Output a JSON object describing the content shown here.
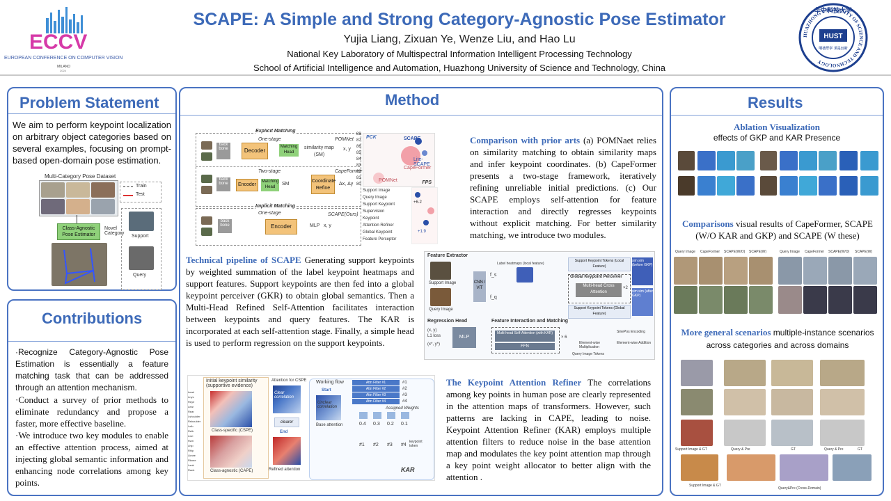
{
  "header": {
    "title": "SCAPE: A Simple and Strong Category-Agnostic Pose Estimator",
    "authors": "Yujia Liang, Zixuan Ye, Wenze Liu, and Hao Lu",
    "affiliation_1": "National Key Laboratory of Multispectral Information  Intelligent Processing Technology",
    "affiliation_2": "School of Artificial Intelligence and Automation,  Huazhong University of Science and Technology, China",
    "eccv_logo_text": "ECCV",
    "eccv_subtitle": "EUROPEAN CONFERENCE ON COMPUTER VISION",
    "eccv_city": "MILANO",
    "eccv_year": "2024",
    "hust_logo_text": "华中科技大学",
    "hust_ring_text": "HUAZHONG UNIVERSITY OF SCIENCE AND TECHNOLOGY",
    "hust_center": "HUST",
    "hust_motto": "明德厚学 求是创新"
  },
  "problem": {
    "title": "Problem Statement",
    "text": "We aim to perform keypoint localization on arbitrary object categories based on several examples, focusing on prompt-based open-domain pose estimation.",
    "fig_title": "Multi-Category Pose Dataset",
    "legend_train": "Train",
    "legend_test": "Test",
    "estimator": "Class-Agnostic Pose Estimator",
    "novel": "Novel Category",
    "support": "Support",
    "query": "Query"
  },
  "contrib": {
    "title": "Contributions",
    "items": [
      "·Recognize Category-Agnostic Pose Estimation is essentially a feature matching task that can be addressed through an attention mechanism.",
      "·Conduct a survey of prior methods to eliminate redundancy and propose a faster, more effective baseline.",
      "·We introduce two key modules to enable an effective attention process, aimed at injecting global semantic information and enhancing node correlations among key points."
    ]
  },
  "method": {
    "title": "Method",
    "comparison_head": "Comparison with prior arts",
    "comparison_body": " (a) POMNaet relies on similarity matching to obtain similarity maps and infer keypoint coordinates. (b) CapeFormer presents a two-stage framework, iteratively refining unreliable initial predictions. (c) Our SCAPE employs self-attention for feature interaction and directly regresses keypoints without explicit matching. For better similarity  matching, we introduce two modules.",
    "pipeline_head": "Technical pipeline of SCAPE",
    "pipeline_body": "  Generating support keypoints by weighted summation of the label keypoint heatmaps and support features. Support keypoints are then fed into a global keypoint perceiver (GKR) to obtain global semantics. Then a Multi-Head Refined Self-Attention facilitates interaction between keypoints and query features. The KAR is incorporated at each self-attention stage. Finally, a simple head is used to perform regression on the support keypoints.",
    "kar_head": "The Keypoint Attention Refiner",
    "kar_body": " The correlations among key points in human pose are clearly represented in the attention maps of transformers. However, such patterns are lacking in CAPE, leading to noise. Keypoint Attention Refiner (KAR) employs multiple attention filters to reduce noise in the base attention map and modulates the key point attention map through a key point weight allocator to better align with the attention .",
    "fig1": {
      "explicit": "Explicit Matching",
      "one_stage": "One-stage",
      "two_stage": "Two-stage",
      "implicit": "Implicit Matching",
      "pomnet": "POMNet",
      "capeformer": "CapeFormer",
      "scape": "SCAPE(Ours)",
      "backbone": "back bone",
      "decoder": "Decoder",
      "matching_head": "Matching Head",
      "similarity": "similarity map",
      "sm": "(SM)",
      "xy": "x, y",
      "encoder": "Encoder",
      "coord_refine": "Coordinate Refine",
      "sm2": "SM",
      "dxdy": "Δx, Δy",
      "mlp": "MLP",
      "pck": "PCK",
      "fps": "FPS",
      "pck_ticks": [
        "88",
        "87",
        "86",
        "85",
        "84",
        "83",
        "82",
        "81",
        "80"
      ],
      "scape_pt": "SCAPE",
      "lite_scape": "Lite-SCAPE",
      "cape_pt": "CapeFormer",
      "pomnet_pt": "POMNet",
      "legend": [
        "Support Image",
        "Query Image",
        "Support Keypoint",
        "Supervision",
        "Keypoint",
        "Attention Refiner",
        "Global Keypoint",
        "Feature Perceptor"
      ],
      "delta1": "+6.2",
      "delta2": "+1.9"
    },
    "fig2": {
      "feature_extractor": "Feature Extractor",
      "support_image": "Support Image",
      "query_image": "Query Image",
      "cnn_vit": "CNN / ViT",
      "fs": "f_s",
      "fq": "f_q",
      "label_heatmap": "Label heatmaps (local feature)",
      "support_tokens_local": "Support Keypoint Tokens (Local Feature)",
      "gkp": "Global Keypoint Perceiver",
      "mh_cross": "Multi-head Cross Attention",
      "support_tokens_global": "Support Keypoint Tokens (Global Feature)",
      "sim_before": "sim sim (before GKP)",
      "sim_after": "sim sim (after GKP)",
      "regression": "Regression Head",
      "interaction": "Feature Interaction and Matching",
      "mlp": "MLP",
      "mh_self": "Multi-head Self-Attention (with KAR)",
      "ffn": "FFN",
      "l1": "L1 loss",
      "xy_hat": "(x, y)",
      "xy_star": "(x*, y*)",
      "query_tokens": "Query Image Tokens",
      "sinepos": "SinePos Encoding",
      "mult": "Element-wise Multiplication",
      "add": "Element-wise Addition",
      "times": "×2",
      "times_n": "× 6"
    },
    "fig3": {
      "init_sim": "Initial keypoint similarity (supportive evidence)",
      "cspe": "Class-specific (CSPE)",
      "cape": "Class-agnostic (CAPE)",
      "attention_cspe": "Attention for CSPE",
      "clear": "Clear correlation",
      "clearer": "clearer",
      "end": "End",
      "refined": "Refined attention",
      "working": "Working flow",
      "start": "Start",
      "unclear": "Unclear correlation",
      "base_attn": "Base attention",
      "filters": [
        "Attn Filter #1",
        "Attn Filter #2",
        "Attn Filter #3",
        "Attn Filter #4"
      ],
      "filter_ids": [
        "#1",
        "#2",
        "#3",
        "#4"
      ],
      "assigned": "Assigned Weights",
      "weights": [
        "0.4",
        "0.3",
        "0.2",
        "0.1"
      ],
      "kp_token": "keypoint token",
      "kar": "KAR",
      "row_labels": [
        "head",
        "Lnys",
        "Reye",
        "Lear",
        "Rear",
        "Lshoulder",
        "Rshoulder",
        "Lelb",
        "Relb",
        "Lwri",
        "Rwri",
        "Lhip",
        "Rhip",
        "Lknee",
        "Rknee",
        "Lank",
        "Rank"
      ]
    }
  },
  "results": {
    "title": "Results",
    "ablation_head": "Ablation Visualization",
    "ablation_sub": "effects of GKP and KAR Presence",
    "comparisons_head": "Comparisons",
    "comparisons_body": " visual results of CapeFormer, SCAPE (W/O KAR and GKP) and SCAPE (W these)",
    "cmp_cols": [
      "Query Image",
      "CapeFormer",
      "SCAPE(W/O)",
      "SCAPE(W)",
      "Query Image",
      "CapeFormer",
      "SCAPE(W/O)",
      "SCAPE(W)"
    ],
    "general_head": "More general scenarios",
    "general_body": "  multiple-instance scenarios across categories and across domains",
    "general_labels": [
      "Support Image & GT",
      "Query & Pre",
      "GT",
      "Query & Pre",
      "GT",
      "Support Image & GT",
      "Query&Pre (Cross-Domain)"
    ]
  },
  "colors": {
    "accent": "#3d6ab8",
    "panel_border": "#4a73c2",
    "green_box": "#8fd17a",
    "orange_box": "#f3c37a",
    "pink": "#f2a0a8"
  }
}
